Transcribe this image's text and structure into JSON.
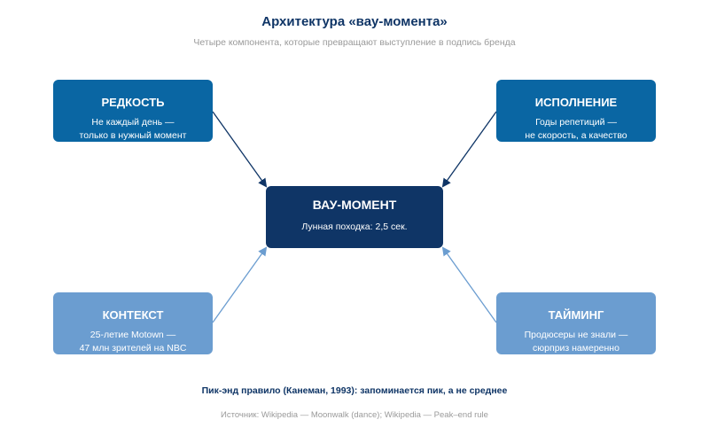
{
  "title": "Архитектура «вау-момента»",
  "subtitle": "Четыре компонента, которые превращают выступление в подпись бренда",
  "center": {
    "title": "ВАУ-МОМЕНТ",
    "description": "Лунная походка: 2,5 сек."
  },
  "components": [
    {
      "title": "РЕДКОСТЬ",
      "description": "Не каждый день —\nтолько в нужный момент",
      "color": "#0a66a3"
    },
    {
      "title": "ИСПОЛНЕНИЕ",
      "description": "Годы репетиций —\nне скорость, а качество",
      "color": "#0a66a3"
    },
    {
      "title": "КОНТЕКСТ",
      "description": "25-летие Motown —\n47 млн зрителей на NBC",
      "color": "#6b9dd0"
    },
    {
      "title": "ТАЙМИНГ",
      "description": "Продюсеры не знали —\nсюрприз намеренно",
      "color": "#6b9dd0"
    }
  ],
  "footnote": "Пик-энд правило (Канеман, 1993): запоминается пик, а не среднее",
  "source": "Источник: Wikipedia — Moonwalk (dance); Wikipedia — Peak–end rule",
  "colors": {
    "center": "#0f3566",
    "arrow_dark": "#0f3566",
    "arrow_light": "#6b9dd0"
  }
}
